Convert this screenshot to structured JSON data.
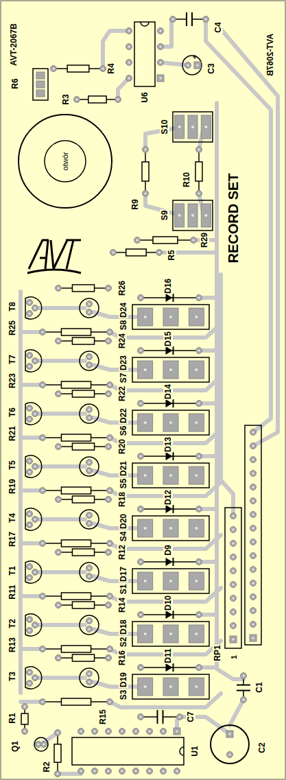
{
  "diagram": {
    "labels": [
      "AVT-2067B",
      "R6",
      "R4",
      "R3",
      "U6",
      "C4",
      "C3",
      "AVT-2067B",
      "otwór",
      "S10",
      "R9",
      "R10",
      "S9",
      "R29",
      "R5",
      "RECORD SET",
      "T8",
      "R25",
      "R26",
      "D24",
      "S8",
      "D16",
      "T7",
      "R23",
      "R24",
      "D23",
      "S7",
      "D15",
      "T6",
      "R21",
      "R22",
      "D22",
      "S6",
      "D14",
      "T5",
      "R19",
      "R20",
      "D21",
      "S5",
      "D13",
      "T4",
      "R17",
      "R18",
      "D20",
      "S4",
      "D12",
      "T1",
      "R11",
      "R12",
      "D17",
      "S1",
      "D9",
      "T2",
      "R13",
      "R14",
      "D18",
      "S2",
      "D10",
      "T3",
      "R15",
      "R16",
      "D19",
      "S3",
      "D11",
      "C7",
      "RP1",
      "1",
      "C1",
      "C2",
      "U1",
      "R1",
      "Q1",
      "R2"
    ]
  }
}
